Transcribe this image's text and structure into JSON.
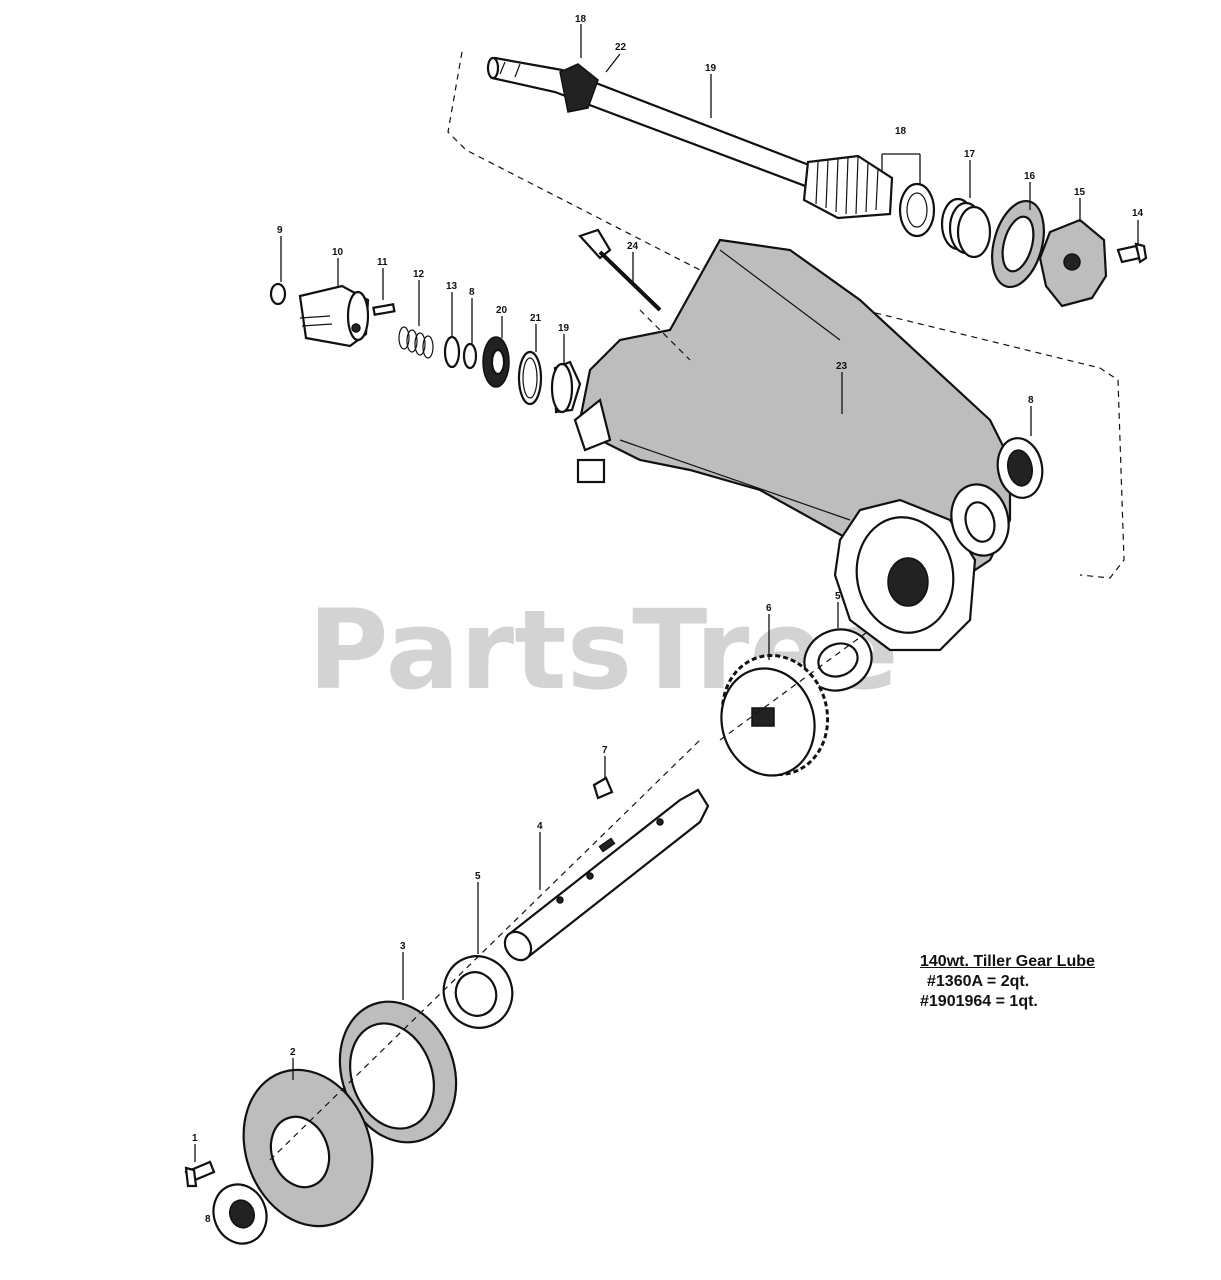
{
  "watermark": "PartsTree",
  "lube_note": {
    "title": "140wt. Tiller Gear Lube",
    "line1": "#1360A = 2qt.",
    "line2": "#1901964 = 1qt."
  },
  "callouts": {
    "c1": "1",
    "c2": "2",
    "c3": "3",
    "c4": "4",
    "c5a": "5",
    "c5b": "5",
    "c6": "6",
    "c7": "7",
    "c8a": "8",
    "c8b": "8",
    "c8c": "8",
    "c9": "9",
    "c10": "10",
    "c11": "11",
    "c12": "12",
    "c13": "13",
    "c14": "14",
    "c15": "15",
    "c16": "16",
    "c17": "17",
    "c18a": "18",
    "c18b": "18",
    "c19a": "19",
    "c19b": "19",
    "c20": "20",
    "c21": "21",
    "c22": "22",
    "c23": "23",
    "c24": "24"
  }
}
